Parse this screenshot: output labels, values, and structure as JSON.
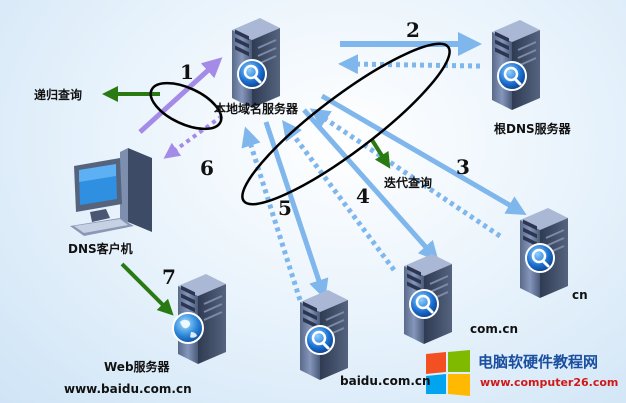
{
  "labels": {
    "recursive_query": "递归查询",
    "local_dns": "本地域名服务器",
    "root_dns": "根DNS服务器",
    "iterative_query": "迭代查询",
    "dns_client": "DNS客户机",
    "cn": "cn",
    "com_cn": "com.cn",
    "baidu_com_cn": "baidu.com.cn",
    "web_server": "Web服务器",
    "website": "www.baidu.com.cn"
  },
  "steps": [
    "1",
    "2",
    "3",
    "4",
    "5",
    "6",
    "7"
  ],
  "watermark": {
    "name": "电脑软硬件教程网",
    "url": "www.computer26.com"
  },
  "colors": {
    "arrow_blue": "#7fb6ec",
    "arrow_purple": "#a58be8",
    "arrow_green": "#2a7a14",
    "server_dark": "#3c4a63",
    "server_light": "#8fa0c0",
    "lens_blue": "#1b6fd0"
  }
}
